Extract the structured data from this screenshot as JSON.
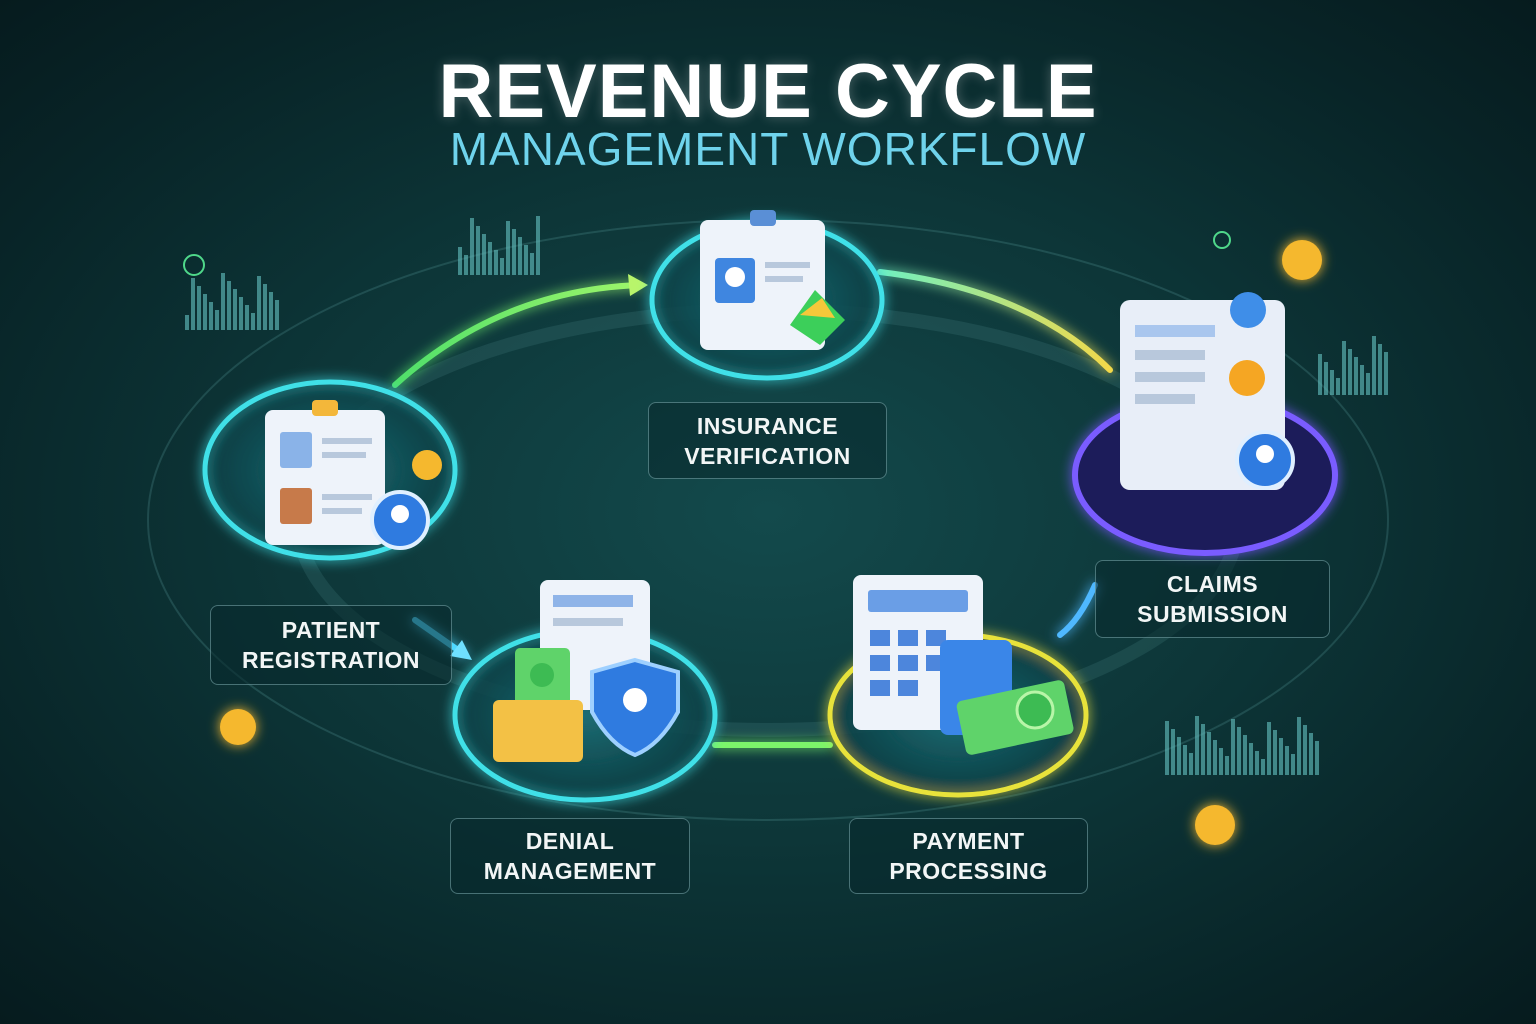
{
  "header": {
    "title": "REVENUE CYCLE",
    "subtitle": "MANAGEMENT WORKFLOW"
  },
  "steps": [
    {
      "line1": "PATIENT",
      "line2": "REGISTRATION",
      "icon": "clipboard-patient-icon"
    },
    {
      "line1": "INSURANCE",
      "line2": "VERIFICATION",
      "icon": "insurance-card-icon"
    },
    {
      "line1": "CLAIMS",
      "line2": "SUBMISSION",
      "icon": "claims-document-icon"
    },
    {
      "line1": "PAYMENT",
      "line2": "PROCESSING",
      "icon": "calculator-cash-icon"
    },
    {
      "line1": "DENIAL",
      "line2": "MANAGEMENT",
      "icon": "shield-envelope-icon"
    }
  ],
  "colors": {
    "title": "#ffffff",
    "subtitle": "#6fd3ec",
    "teal_ring": "#3fe0e8",
    "green_arrow": "#8cf55a",
    "yellow_arrow": "#f3e55a",
    "purple_ring": "#7a5cff",
    "yellow_ring": "#e8e23a"
  }
}
